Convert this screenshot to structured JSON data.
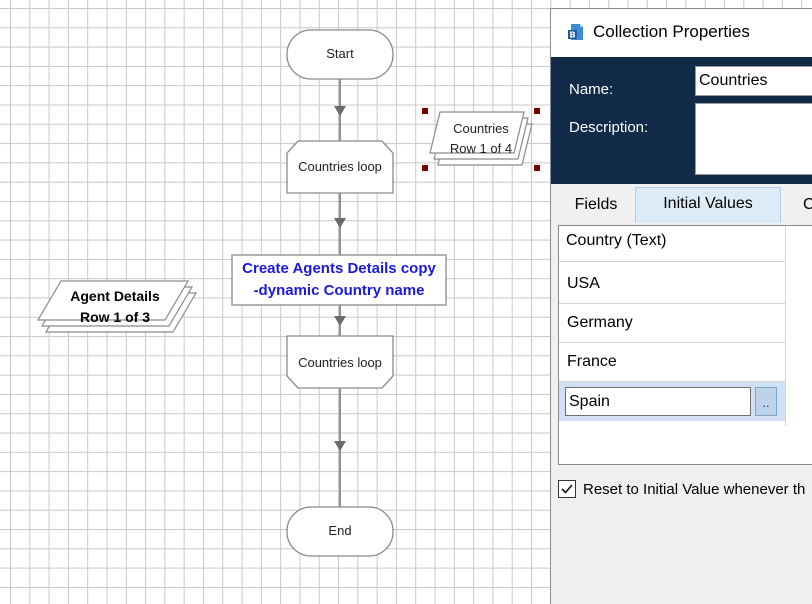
{
  "flow": {
    "start_label": "Start",
    "loop_start_label": "Countries loop",
    "action_line1": "Create Agents Details copy",
    "action_line2": "-dynamic Country name",
    "loop_end_label": "Countries loop",
    "end_label": "End",
    "collection_countries_line1": "Countries",
    "collection_countries_line2": "Row 1 of 4",
    "collection_agents_line1": "Agent Details",
    "collection_agents_line2": "Row 1 of 3"
  },
  "dialog": {
    "title": "Collection Properties",
    "icon": "blueprism-collection-icon",
    "name_label": "Name:",
    "name_value": "Countries",
    "description_label": "Description:",
    "description_value": "",
    "tabs": [
      {
        "label": "Fields",
        "active": false
      },
      {
        "label": "Initial Values",
        "active": true
      },
      {
        "label": "C",
        "active": false
      }
    ],
    "grid": {
      "column_header": "Country  (Text)",
      "rows": [
        "USA",
        "Germany",
        "France"
      ],
      "editing_value": "Spain",
      "ellipsis_label": ".."
    },
    "reset_checked": true,
    "reset_label": "Reset to Initial Value whenever th"
  },
  "colors": {
    "header_panel": "#102a48",
    "action_text": "#1a1adc",
    "selection_handles": "#7a0000",
    "active_tab": "#dcebf8"
  }
}
